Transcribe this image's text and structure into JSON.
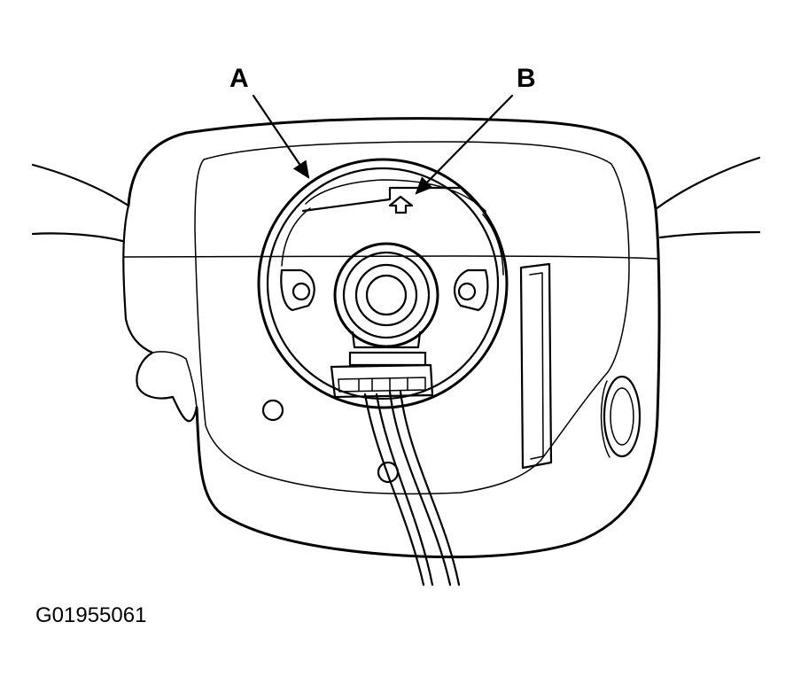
{
  "diagram": {
    "callouts": {
      "a": "A",
      "b": "B"
    },
    "figure_id": "G01955061"
  }
}
